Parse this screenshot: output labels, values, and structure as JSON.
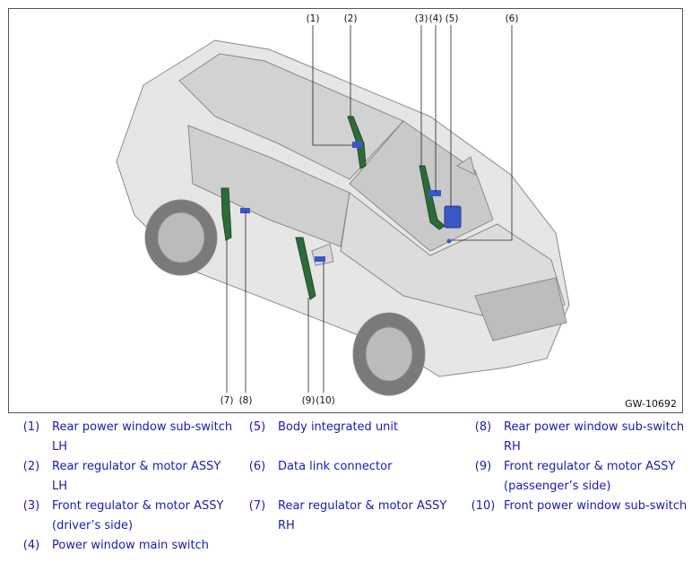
{
  "figure_id": "GW-10692",
  "callouts": [
    "(1)",
    "(2)",
    "(3)",
    "(4)",
    "(5)",
    "(6)",
    "(7)",
    "(8)",
    "(9)",
    "(10)"
  ],
  "legend": [
    {
      "num": "(1)",
      "text": "Rear power window sub-switch LH"
    },
    {
      "num": "(2)",
      "text": "Rear regulator & motor ASSY LH"
    },
    {
      "num": "(3)",
      "text": "Front regulator & motor ASSY (driver’s side)"
    },
    {
      "num": "(4)",
      "text": "Power window main switch"
    },
    {
      "num": "(5)",
      "text": "Body integrated unit"
    },
    {
      "num": "(6)",
      "text": "Data link connector"
    },
    {
      "num": "(7)",
      "text": "Rear regulator & motor ASSY RH"
    },
    {
      "num": "(8)",
      "text": "Rear power window sub-switch RH"
    },
    {
      "num": "(9)",
      "text": "Front regulator & motor ASSY (passenger’s side)"
    },
    {
      "num": "(10)",
      "text": "Front power window sub-switch"
    }
  ],
  "colors": {
    "legend_text": "#1a1ab4",
    "regulator": "#2f6b3a",
    "switch": "#3a58c8",
    "car_body": "#e4e4e4"
  }
}
